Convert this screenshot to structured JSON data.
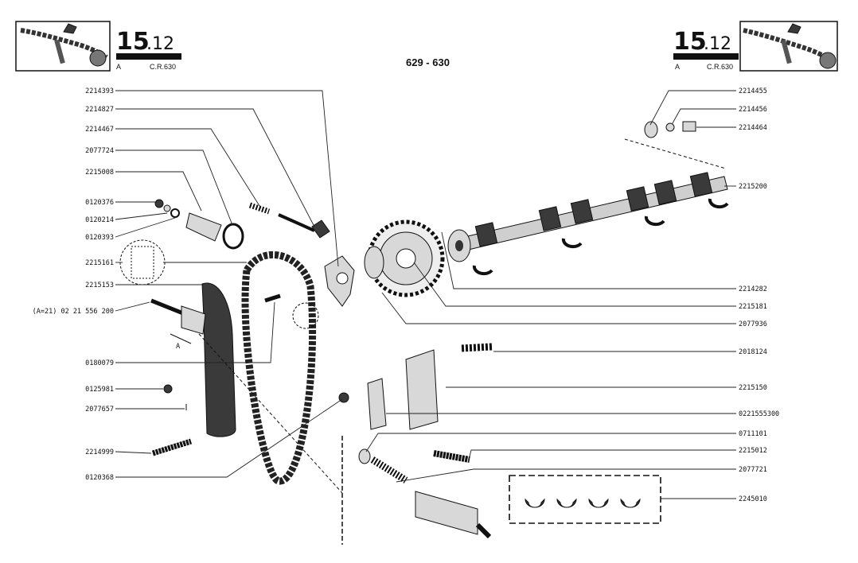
{
  "header": {
    "left_number": "15",
    "left_number_suffix": ".12",
    "left_tag": "A",
    "left_code": "C.R.630",
    "center_title": "629 - 630",
    "right_number": "15",
    "right_number_suffix": ".12",
    "right_tag": "A",
    "right_code": "C.R.630"
  },
  "dimension_marker": "A",
  "labels_left": [
    "2214393",
    "2214827",
    "2214467",
    "2077724",
    "2215008",
    "0120376",
    "0120214",
    "0120393",
    "2215161",
    "2215153",
    "(A=21) 02 21 556 200",
    "0180079",
    "0125981",
    "2077657",
    "2214999",
    "0120368"
  ],
  "labels_right": [
    "2214455",
    "2214456",
    "2214464",
    "2215200",
    "2214282",
    "2215181",
    "2077936",
    "2018124",
    "2215150",
    "0221555300",
    "0711101",
    "2215012",
    "2077721",
    "2245010"
  ]
}
